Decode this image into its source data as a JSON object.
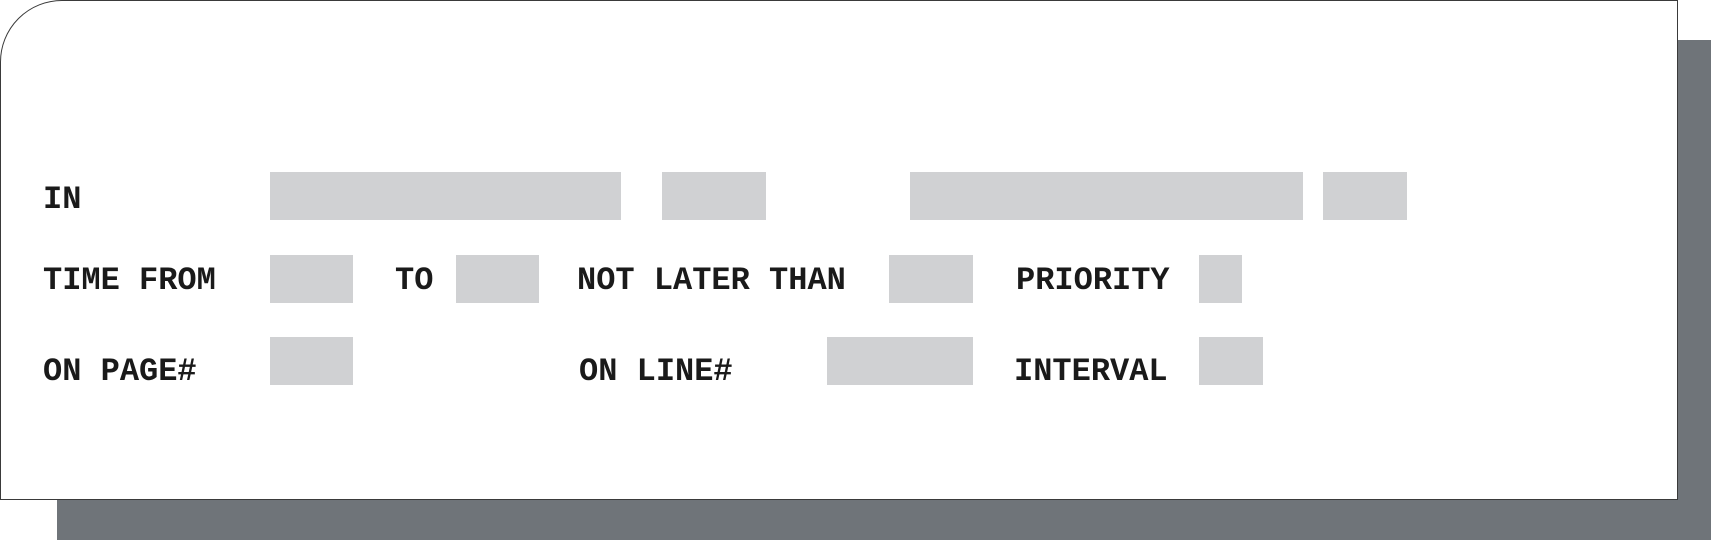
{
  "form": {
    "row1": {
      "in_label": "IN",
      "fields": [
        {
          "value": ""
        },
        {
          "value": ""
        },
        {
          "value": ""
        },
        {
          "value": ""
        }
      ]
    },
    "row2": {
      "time_from_label": "TIME FROM",
      "time_from_value": "",
      "to_label": "TO",
      "to_value": "",
      "not_later_than_label": "NOT LATER THAN",
      "not_later_than_value": "",
      "priority_label": "PRIORITY",
      "priority_value": ""
    },
    "row3": {
      "on_page_label": "ON PAGE#",
      "on_page_value": "",
      "on_line_label": "ON LINE#",
      "on_line_value": "",
      "interval_label": "INTERVAL",
      "interval_value": ""
    }
  },
  "colors": {
    "field_fill": "#d0d1d3",
    "shadow": "#6f7479",
    "text": "#1a1a1a"
  }
}
